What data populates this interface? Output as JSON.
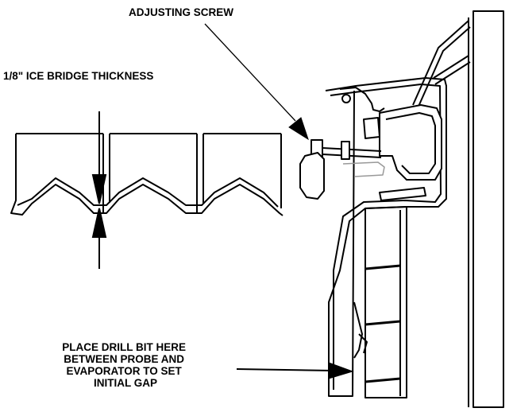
{
  "labels": {
    "adjusting_screw": "ADJUSTING SCREW",
    "ice_bridge": "1/8\" ICE BRIDGE THICKNESS",
    "drill_bit": [
      "PLACE DRILL BIT HERE",
      "BETWEEN PROBE AND",
      "EVAPORATOR  TO SET",
      "INITIAL GAP"
    ]
  },
  "colors": {
    "line": "#000000",
    "light_detail": "#999999",
    "background": "#ffffff"
  }
}
